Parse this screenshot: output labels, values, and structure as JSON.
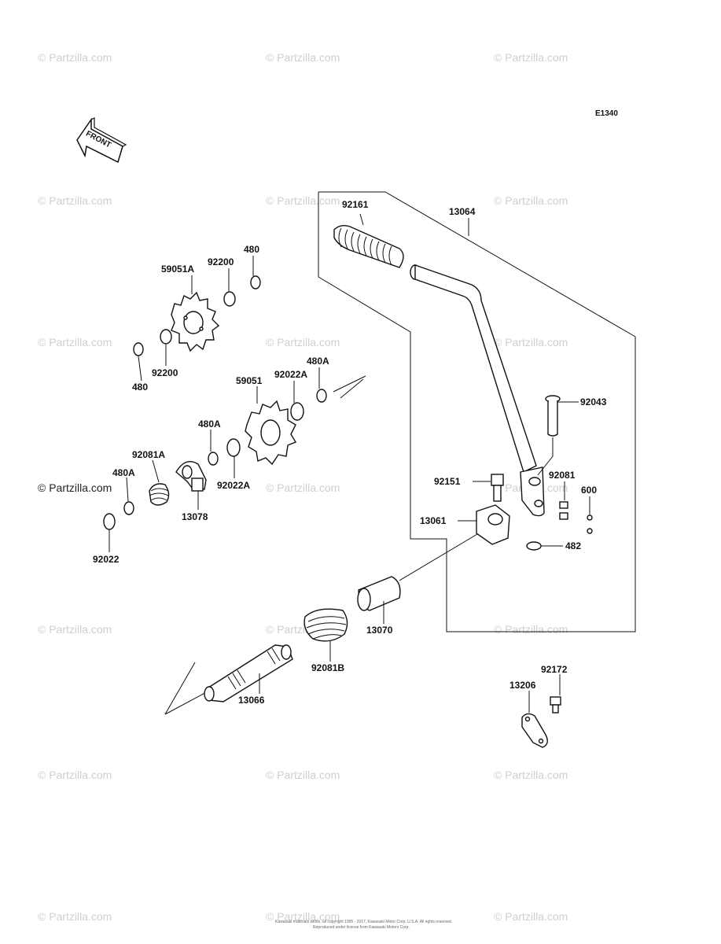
{
  "diagram_code": "E1340",
  "front_label": "FRONT",
  "watermark": "© Partzilla.com",
  "footer": [
    "Kawasaki materials within, all copyright 1995 - 2017, Kawasaki Motor Corp. U.S.A. All rights reserved.",
    "Reproduced under license from Kawasaki Motors Corp."
  ],
  "labels": {
    "p92161": "92161",
    "p13064": "13064",
    "p480_top": "480",
    "p92200_top": "92200",
    "p59051A": "59051A",
    "p480_left": "480",
    "p92200_left": "92200",
    "p480A_top": "480A",
    "p92022A_top": "92022A",
    "p59051": "59051",
    "p480A_mid": "480A",
    "p92081A": "92081A",
    "p480A_left": "480A",
    "p13078": "13078",
    "p92022A_mid": "92022A",
    "p92022": "92022",
    "p92043": "92043",
    "p92151": "92151",
    "p92081": "92081",
    "p600": "600",
    "p13061": "13061",
    "p482": "482",
    "p13070": "13070",
    "p92081B": "92081B",
    "p13066": "13066",
    "p92172": "92172",
    "p13206": "13206"
  }
}
